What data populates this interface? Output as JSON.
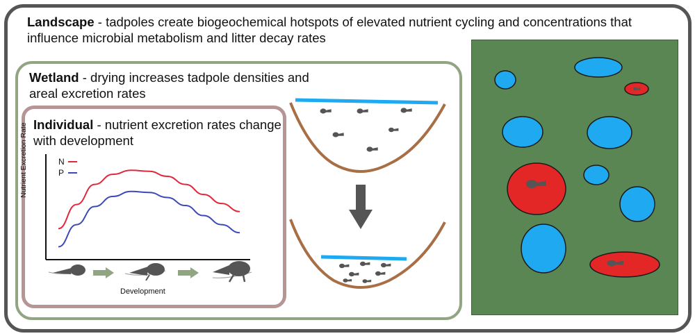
{
  "colors": {
    "frame": "#555555",
    "wetland_border": "#92a583",
    "individual_border": "#b69596",
    "nitrogen": "#e0283c",
    "phosphorus": "#3b49b8",
    "water": "#1fa9f0",
    "hotspot": "#e32727",
    "land": "#5a8653",
    "pond_soil": "#a86e45",
    "tadpole": "#555555",
    "arrow": "#555555",
    "dev_arrow": "#92a583"
  },
  "landscape": {
    "title": "Landscape",
    "text": " - tadpoles create biogeochemical hotspots of elevated nutrient cycling and concentrations that influence microbial metabolism and litter decay rates"
  },
  "wetland": {
    "title": "Wetland",
    "text": " - drying increases tadpole densities and areal excretion rates"
  },
  "individual": {
    "title": "Individual",
    "text": " - nutrient excretion rates change with development"
  },
  "chart_data": {
    "type": "line",
    "xlabel": "Development",
    "ylabel": "Nutrient Excretion Rate",
    "x": [
      0,
      1,
      2,
      3,
      4,
      5,
      6,
      7,
      8,
      9,
      10
    ],
    "series": [
      {
        "name": "N",
        "values": [
          0.28,
          0.52,
          0.72,
          0.82,
          0.86,
          0.85,
          0.8,
          0.72,
          0.62,
          0.53,
          0.45
        ]
      },
      {
        "name": "P",
        "values": [
          0.1,
          0.32,
          0.5,
          0.6,
          0.65,
          0.64,
          0.59,
          0.51,
          0.41,
          0.32,
          0.24
        ]
      }
    ],
    "ylim": [
      0,
      1
    ],
    "grid": false,
    "legend": "top-left"
  },
  "icons": {
    "tadpole": "tadpole-icon",
    "down_arrow": "down-arrow-icon",
    "right_arrow": "right-arrow-icon",
    "pond": "pond-cross-section-icon"
  }
}
